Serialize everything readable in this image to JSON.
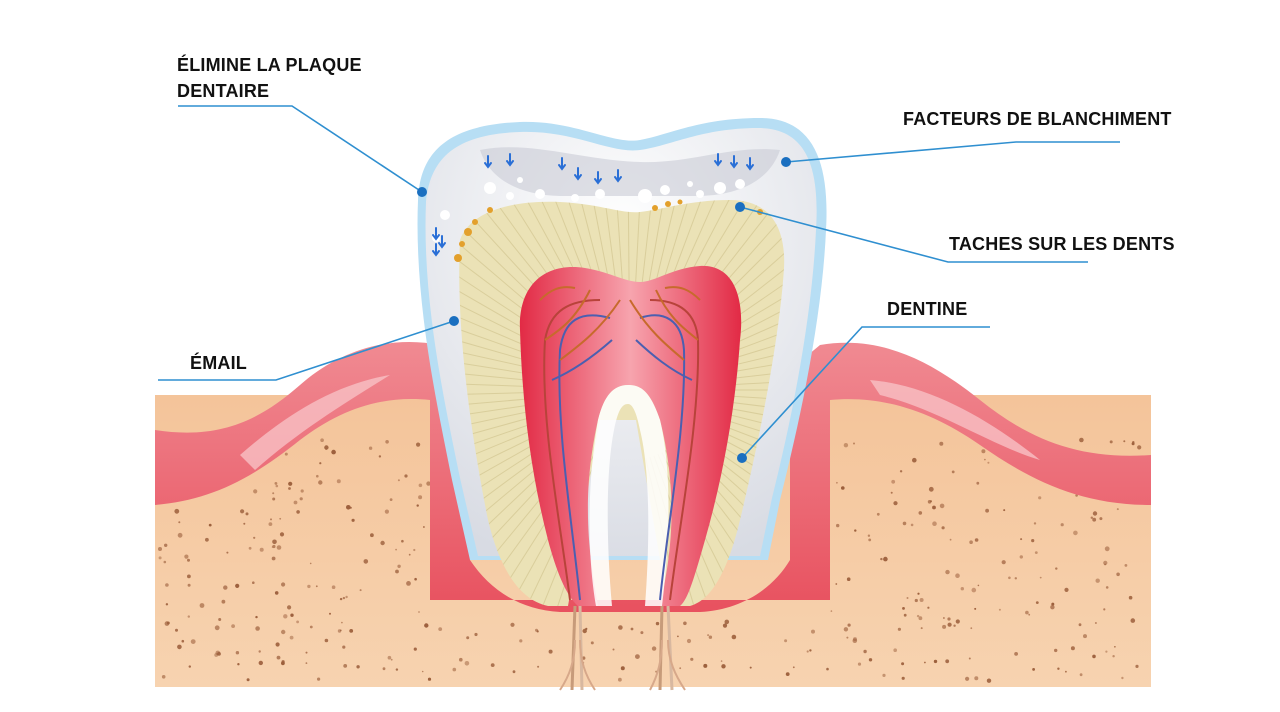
{
  "labels": {
    "plaque_line1": "ÉLIMINE LA PLAQUE",
    "plaque_line2": "DENTAIRE",
    "whitening": "FACTEURS DE BLANCHIMENT",
    "stains": "TACHES SUR LES DENTS",
    "dentin": "DENTINE",
    "enamel": "ÉMAIL"
  },
  "colors": {
    "leader": "#2f8fd0",
    "leader_dot": "#1a6fc0",
    "enamel_outline": "#a9d8f2",
    "enamel_fill": "#e6e8ee",
    "dentin_fill": "#e9dfb0",
    "dentin_rays": "#cbbd86",
    "pulp": "#e7334e",
    "pulp_light": "#f7a6b0",
    "gum": "#ec6f7a",
    "gum_light": "#f6b7b9",
    "bone": "#f5c79a",
    "bone_speck": "#9c5f3c",
    "stain": "#e3a02c",
    "whitening_arrow": "#2a6fd6",
    "text": "#111111"
  }
}
